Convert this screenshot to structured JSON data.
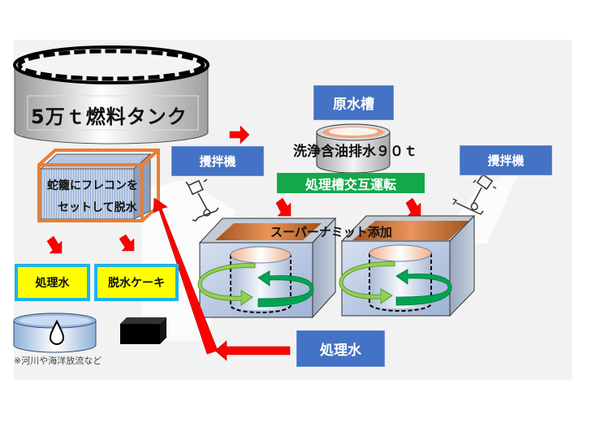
{
  "diagram": {
    "fuel_tank": {
      "label": "5万ｔ燃料タンク"
    },
    "net_box": {
      "line1": "蛇籠にフレコンを",
      "line2": "セットして脱水"
    },
    "outputs": {
      "treated_water": "処理水",
      "dehydrated_cake": "脱水ケーキ",
      "note": "※河川や海洋放流など"
    },
    "mixer_left": {
      "label": "攪拌機"
    },
    "mixer_right": {
      "label": "攪拌機"
    },
    "raw_tank": {
      "label": "原水槽",
      "content": "洗浄含油排水９０ｔ"
    },
    "alternate": {
      "label": "処理槽交互運転"
    },
    "additive": {
      "label": "スーパーナミット添加"
    },
    "return_water": {
      "label": "処理水"
    },
    "colors": {
      "blue_box": "#4472c4",
      "green_box": "#13a84a",
      "yellow_box": "#ffff00",
      "yellow_border": "#1fb4e8",
      "arrow_red": "#ff0000",
      "orange_frame": "#ed7d31",
      "rotation_light": "#92d050",
      "rotation_dark": "#00a550"
    }
  }
}
